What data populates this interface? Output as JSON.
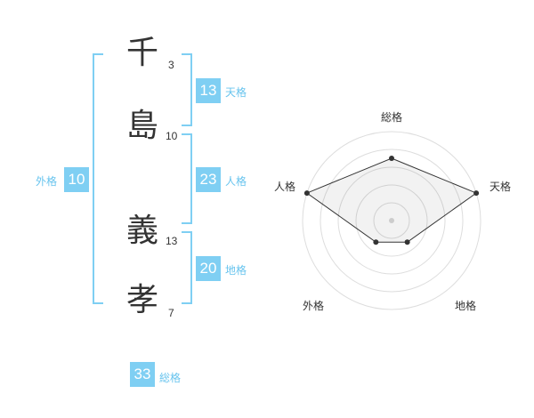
{
  "name": {
    "chars": [
      {
        "char": "千",
        "strokes": "3"
      },
      {
        "char": "島",
        "strokes": "10"
      },
      {
        "char": "義",
        "strokes": "13"
      },
      {
        "char": "孝",
        "strokes": "7"
      }
    ]
  },
  "fortunes": {
    "tenkaku": {
      "value": "13",
      "label": "天格"
    },
    "jinkaku": {
      "value": "23",
      "label": "人格"
    },
    "chikaku": {
      "value": "20",
      "label": "地格"
    },
    "gaikaku": {
      "value": "10",
      "label": "外格"
    },
    "soukaku": {
      "value": "33",
      "label": "総格"
    }
  },
  "colors": {
    "accent": "#7fcff3",
    "accent_text": "#68c4ee"
  },
  "chart_data": {
    "type": "radar",
    "axes": [
      "総格",
      "天格",
      "地格",
      "外格",
      "人格"
    ],
    "values": [
      3.5,
      5,
      1.5,
      1.5,
      5
    ],
    "max": 5,
    "rings": 5
  }
}
